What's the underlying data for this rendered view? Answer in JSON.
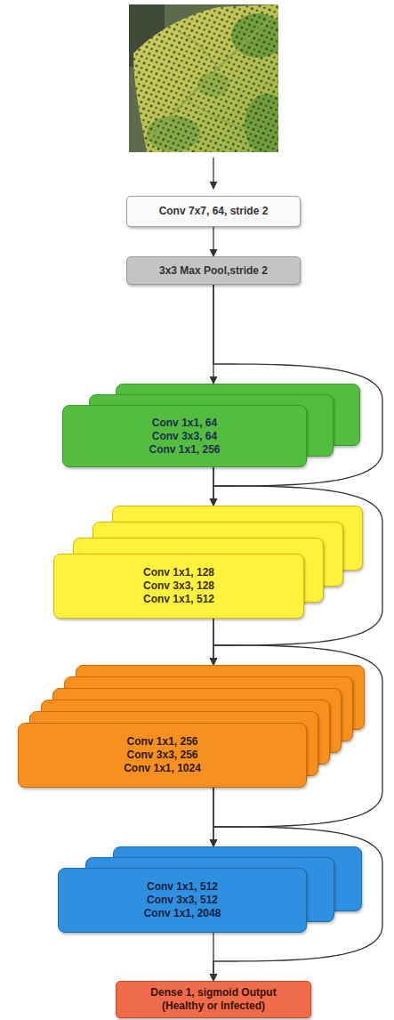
{
  "diagram": {
    "nodes": [
      {
        "text": [
          "Conv 7x7, 64, stride 2"
        ]
      },
      {
        "text": [
          "3x3 Max Pool,stride 2"
        ]
      },
      {
        "text": [
          "Conv 1x1, 64",
          "Conv 3x3, 64",
          "Conv 1x1, 256"
        ]
      },
      {
        "text": [
          "Conv 1x1, 128",
          "Conv 3x3, 128",
          "Conv 1x1, 512"
        ]
      },
      {
        "text": [
          "Conv 1x1, 256",
          "Conv 3x3, 256",
          "Conv 1x1, 1024"
        ]
      },
      {
        "text": [
          "Conv 1x1, 512",
          "Conv 3x3, 512",
          "Conv 1x1, 2048"
        ]
      },
      {
        "text": [
          "Dense 1, sigmoid Output (Healthy or Infected)"
        ]
      }
    ],
    "edges": [
      {
        "from": 0,
        "to": 1,
        "arrow": "to"
      },
      {
        "from": 1,
        "to": 2,
        "arrow": "to"
      },
      {
        "from": 2,
        "to": 3,
        "arrow": "to"
      },
      {
        "from": 3,
        "to": 4,
        "arrow": "to"
      },
      {
        "from": 4,
        "to": 5,
        "arrow": "to"
      },
      {
        "from": 5,
        "to": 6,
        "arrow": "to"
      },
      {
        "from": 1,
        "to": 3,
        "arrow": "to"
      },
      {
        "from": 2,
        "to": 4,
        "arrow": "to"
      },
      {
        "from": 3,
        "to": 5,
        "arrow": "to"
      },
      {
        "from": 4,
        "to": 6,
        "arrow": "to"
      }
    ]
  }
}
